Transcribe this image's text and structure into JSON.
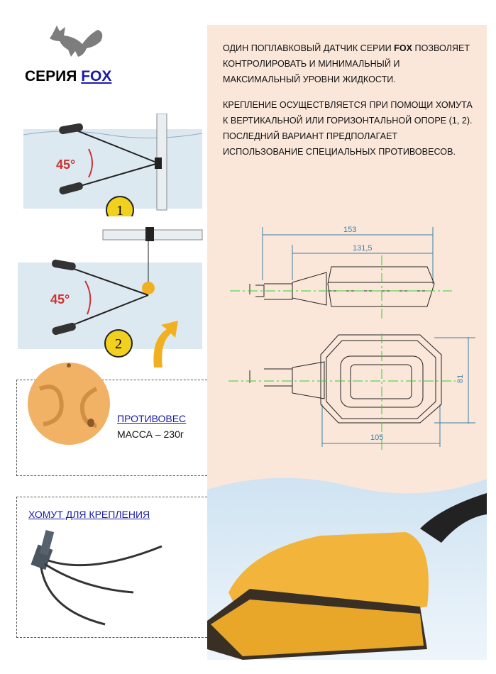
{
  "header": {
    "title_prefix": "СЕРИЯ",
    "title_link": "FOX"
  },
  "description": {
    "p1_before": "ОДИН ПОПЛАВКОВЫЙ ДАТЧИК СЕРИИ ",
    "p1_bold": "FOX",
    "p1_after": " ПОЗВОЛЯЕТ КОНТРОЛИРОВАТЬ И МИНИМАЛЬНЫЙ И МАКСИМАЛЬНЫЙ УРОВНИ ЖИДКОСТИ.",
    "p2": "КРЕПЛЕНИЕ ОСУЩЕСТВЛЯЕТСЯ ПРИ ПОМОЩИ ХОМУТА К ВЕРТИКАЛЬНОЙ ИЛИ ГОРИЗОНТАЛЬНОЙ ОПОРЕ (1, 2). ПОСЛЕДНИЙ ВАРИАНТ ПРЕДПОЛАГАЕТ ИСПОЛЬЗОВАНИЕ СПЕЦИАЛЬНЫХ ПРОТИВОВЕСОВ."
  },
  "diagrams": [
    {
      "angle": "45°",
      "number": "1"
    },
    {
      "angle": "45°",
      "number": "2"
    }
  ],
  "counterweight": {
    "link": "ПРОТИВОВЕС",
    "mass": "МАССА – 230г"
  },
  "clamp": {
    "link": "ХОМУТ ДЛЯ КРЕПЛЕНИЯ"
  },
  "dimensions": {
    "total_length": "153",
    "body_length": "131,5",
    "width": "105",
    "height": "81"
  },
  "colors": {
    "panel": "#fbe7da",
    "link": "#1a1aa8",
    "float": "#f2b43a"
  }
}
